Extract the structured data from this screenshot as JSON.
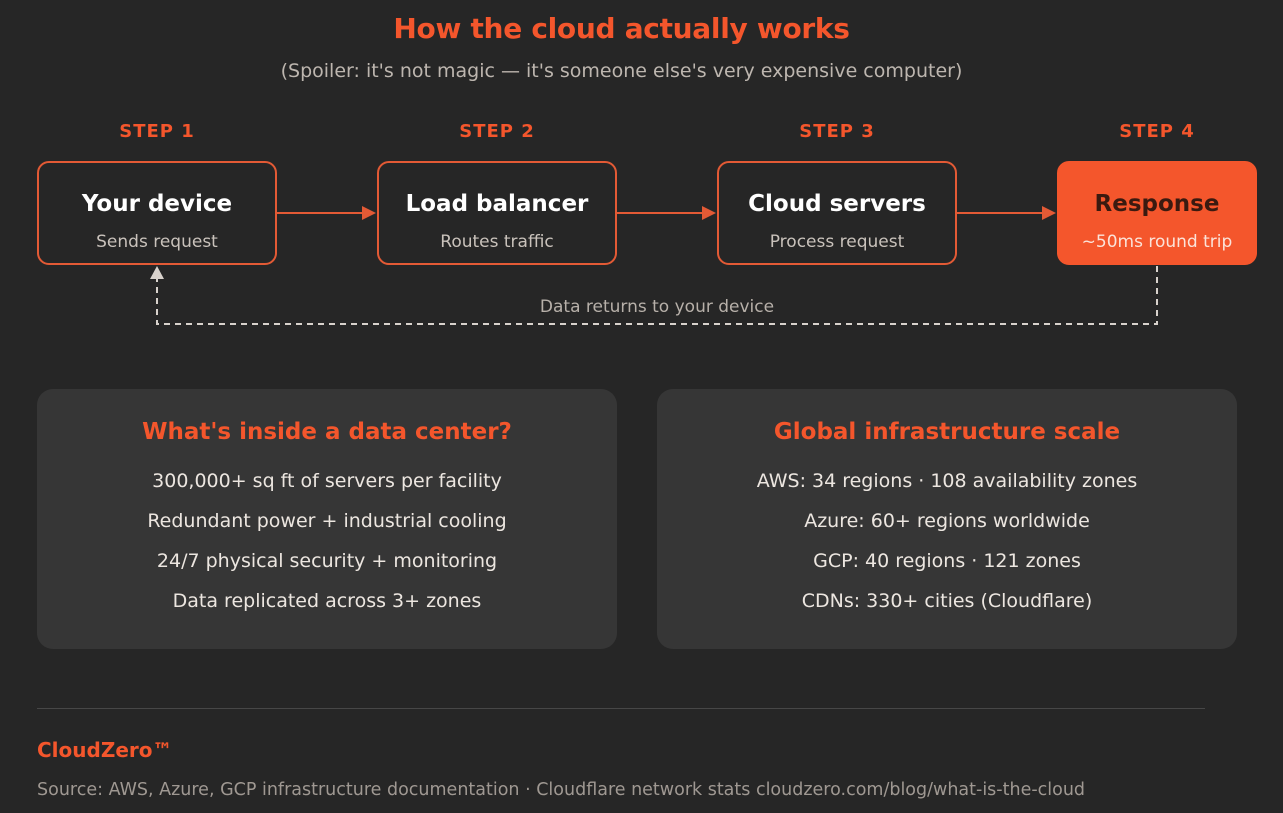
{
  "header": {
    "title": "How the cloud actually works",
    "subtitle": "(Spoiler: it's not magic — it's someone else's very expensive computer)"
  },
  "flow": {
    "steps": [
      {
        "label": "STEP 1",
        "name": "Your device",
        "desc": "Sends request"
      },
      {
        "label": "STEP 2",
        "name": "Load balancer",
        "desc": "Routes traffic"
      },
      {
        "label": "STEP 3",
        "name": "Cloud servers",
        "desc": "Process request"
      },
      {
        "label": "STEP 4",
        "name": "Response",
        "desc": "~50ms round trip"
      }
    ],
    "return_label": "Data returns to your device"
  },
  "cards": [
    {
      "title": "What's inside a data center?",
      "items": [
        "300,000+ sq ft of servers per facility",
        "Redundant power + industrial cooling",
        "24/7 physical security + monitoring",
        "Data replicated across 3+ zones"
      ]
    },
    {
      "title": "Global infrastructure scale",
      "items": [
        "AWS: 34 regions · 108 availability zones",
        "Azure: 60+ regions worldwide",
        "GCP: 40 regions · 121 zones",
        "CDNs: 330+ cities (Cloudflare)"
      ]
    }
  ],
  "footer": {
    "brand": "CloudZero™",
    "source": "Source: AWS, Azure, GCP infrastructure documentation · Cloudflare network stats cloudzero.com/blog/what-is-the-cloud"
  },
  "colors": {
    "accent": "#f4562c",
    "background": "#262626",
    "card": "#363636"
  }
}
